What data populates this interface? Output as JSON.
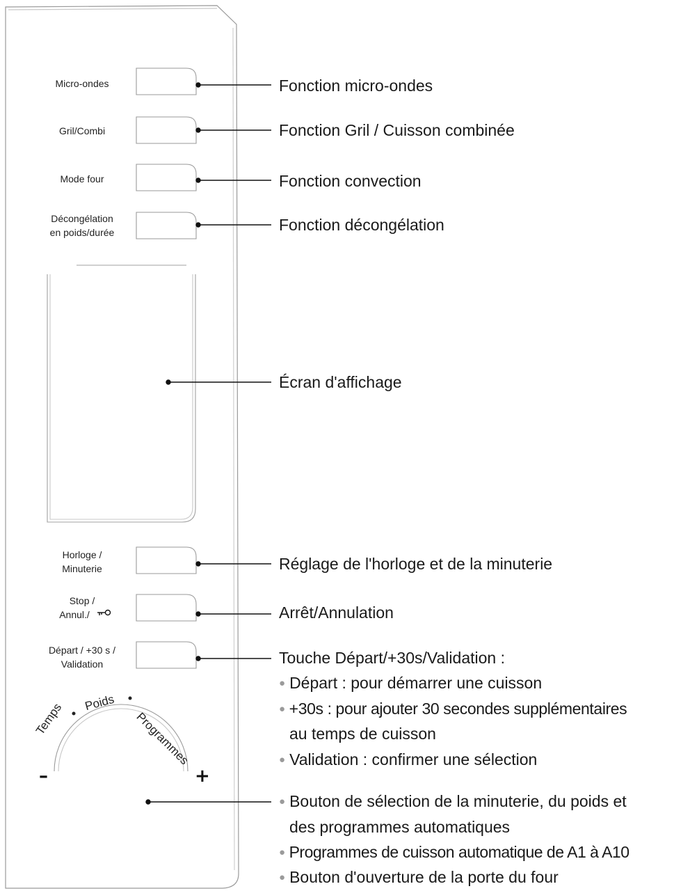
{
  "panel": {
    "buttons": [
      {
        "id": "microwave",
        "label": "Micro-ondes"
      },
      {
        "id": "grill",
        "label": "Gril/Combi"
      },
      {
        "id": "oven",
        "label": "Mode four"
      },
      {
        "id": "defrost",
        "label_line1": "Décongélation",
        "label_line2": "en poids/durée"
      },
      {
        "id": "clock",
        "label_line1": "Horloge /",
        "label_line2": "Minuterie"
      },
      {
        "id": "stop",
        "label_line1": "Stop /",
        "label_line2": "Annul./"
      },
      {
        "id": "start",
        "label_line1": "Départ / +30 s /",
        "label_line2": "Validation"
      }
    ],
    "knob": {
      "labels": [
        "Temps",
        "Poids",
        "Programmes"
      ],
      "minus": "–",
      "plus": "+"
    }
  },
  "callouts": {
    "microwave": "Fonction micro-ondes",
    "grill": "Fonction Gril / Cuisson combinée",
    "convection": "Fonction convection",
    "defrost": "Fonction décongélation",
    "display": "Écran d'affichage",
    "clock": "Réglage de l'horloge et de la minuterie",
    "stop": "Arrêt/Annulation",
    "start": {
      "title": "Touche Départ/+30s/Validation :",
      "items": [
        "Départ : pour démarrer une cuisson",
        "+30s : pour ajouter 30 secondes supplémentaires",
        "au temps de cuisson",
        "Validation : confirmer une sélection"
      ]
    },
    "knob": {
      "items": [
        "Bouton de sélection de la minuterie, du poids et",
        "des programmes automatiques",
        "Programmes de cuisson automatique de A1 à A10",
        "Bouton d'ouverture de la porte du four"
      ]
    }
  }
}
